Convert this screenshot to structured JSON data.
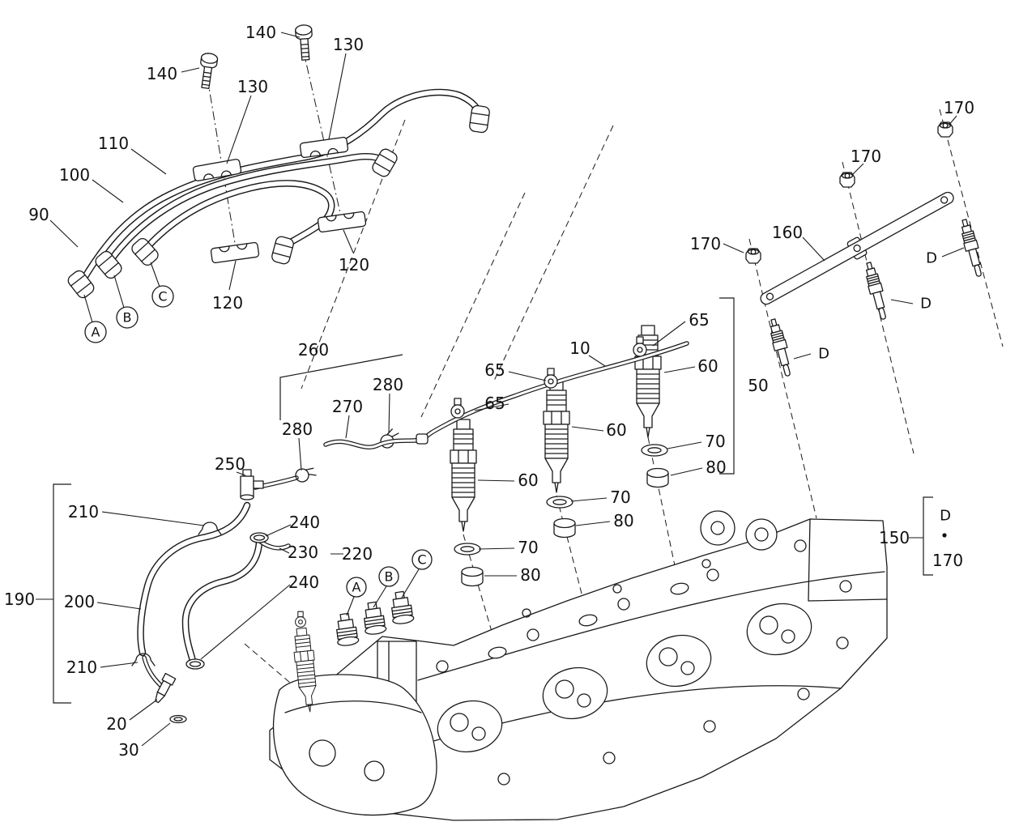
{
  "colors": {
    "background": "#ffffff",
    "line": "#1a1a1a"
  },
  "part_labels": {
    "p10": "10",
    "p20": "20",
    "p30": "30",
    "p50": "50",
    "p60": "60",
    "p65": "65",
    "p70": "70",
    "p80": "80",
    "p90": "90",
    "p100": "100",
    "p110": "110",
    "p120": "120",
    "p130": "130",
    "p140": "140",
    "p150": "150",
    "p160": "160",
    "p170": "170",
    "p190": "190",
    "p200": "200",
    "p210": "210",
    "p220": "220",
    "p230": "230",
    "p240": "240",
    "p250": "250",
    "p260": "260",
    "p270": "270",
    "p280": "280"
  },
  "ref_letters": {
    "a": "A",
    "b": "B",
    "c": "C",
    "d": "D"
  }
}
